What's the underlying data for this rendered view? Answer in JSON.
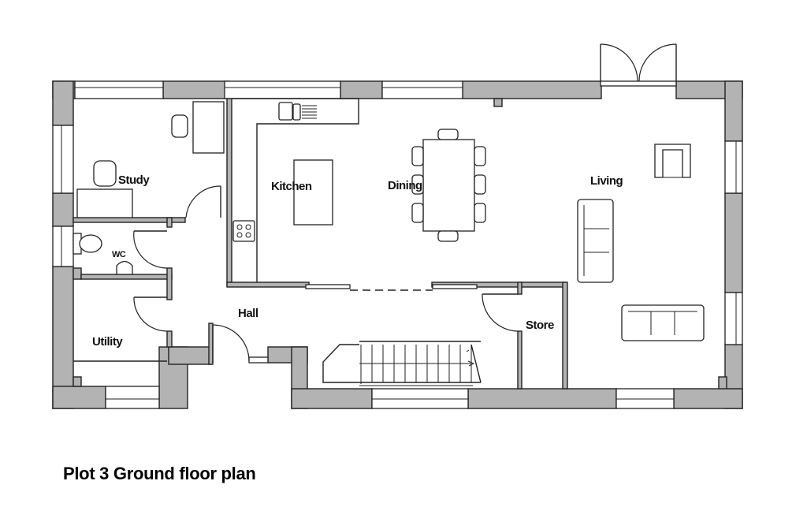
{
  "title": "Plot 3 Ground floor plan",
  "rooms": {
    "study": "Study",
    "wc": "WC",
    "utility": "Utility",
    "hall": "Hall",
    "kitchen": "Kitchen",
    "dining": "Dining",
    "living": "Living",
    "store": "Store"
  },
  "colors": {
    "wall_fill": "#b3b3b3",
    "line": "#222222",
    "background": "#ffffff"
  }
}
